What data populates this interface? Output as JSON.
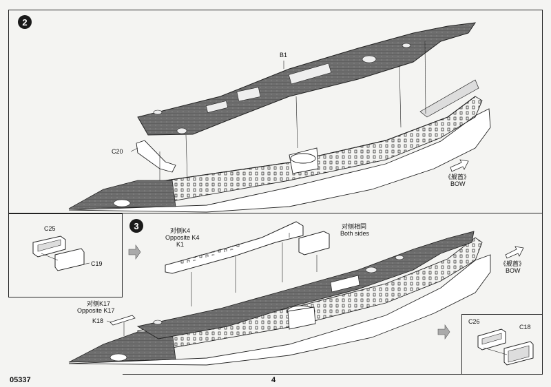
{
  "kit_number": "05337",
  "page_number": "4",
  "step2": {
    "badge": "2",
    "labels": {
      "b1": "B1",
      "c20": "C20"
    },
    "bow": {
      "cn": "《舰首》",
      "en": "BOW"
    }
  },
  "inset_left": {
    "labels": {
      "c25": "C25",
      "c19": "C19"
    }
  },
  "step3": {
    "badge": "3",
    "k4_cn": "对侧K4",
    "k4_en": "Opposite K4",
    "k1": "K1",
    "both_cn": "对侧相同",
    "both_en": "Both sides",
    "k17_cn": "对侧K17",
    "k17_en": "Opposite K17",
    "k18": "K18",
    "bow": {
      "cn": "《舰首》",
      "en": "BOW"
    }
  },
  "inset_right": {
    "labels": {
      "c26": "C26",
      "c18": "C18"
    }
  },
  "colors": {
    "deck": "#6e6e6e",
    "deck_dark": "#4a4a4a",
    "hull": "#ffffff",
    "line": "#222222"
  }
}
